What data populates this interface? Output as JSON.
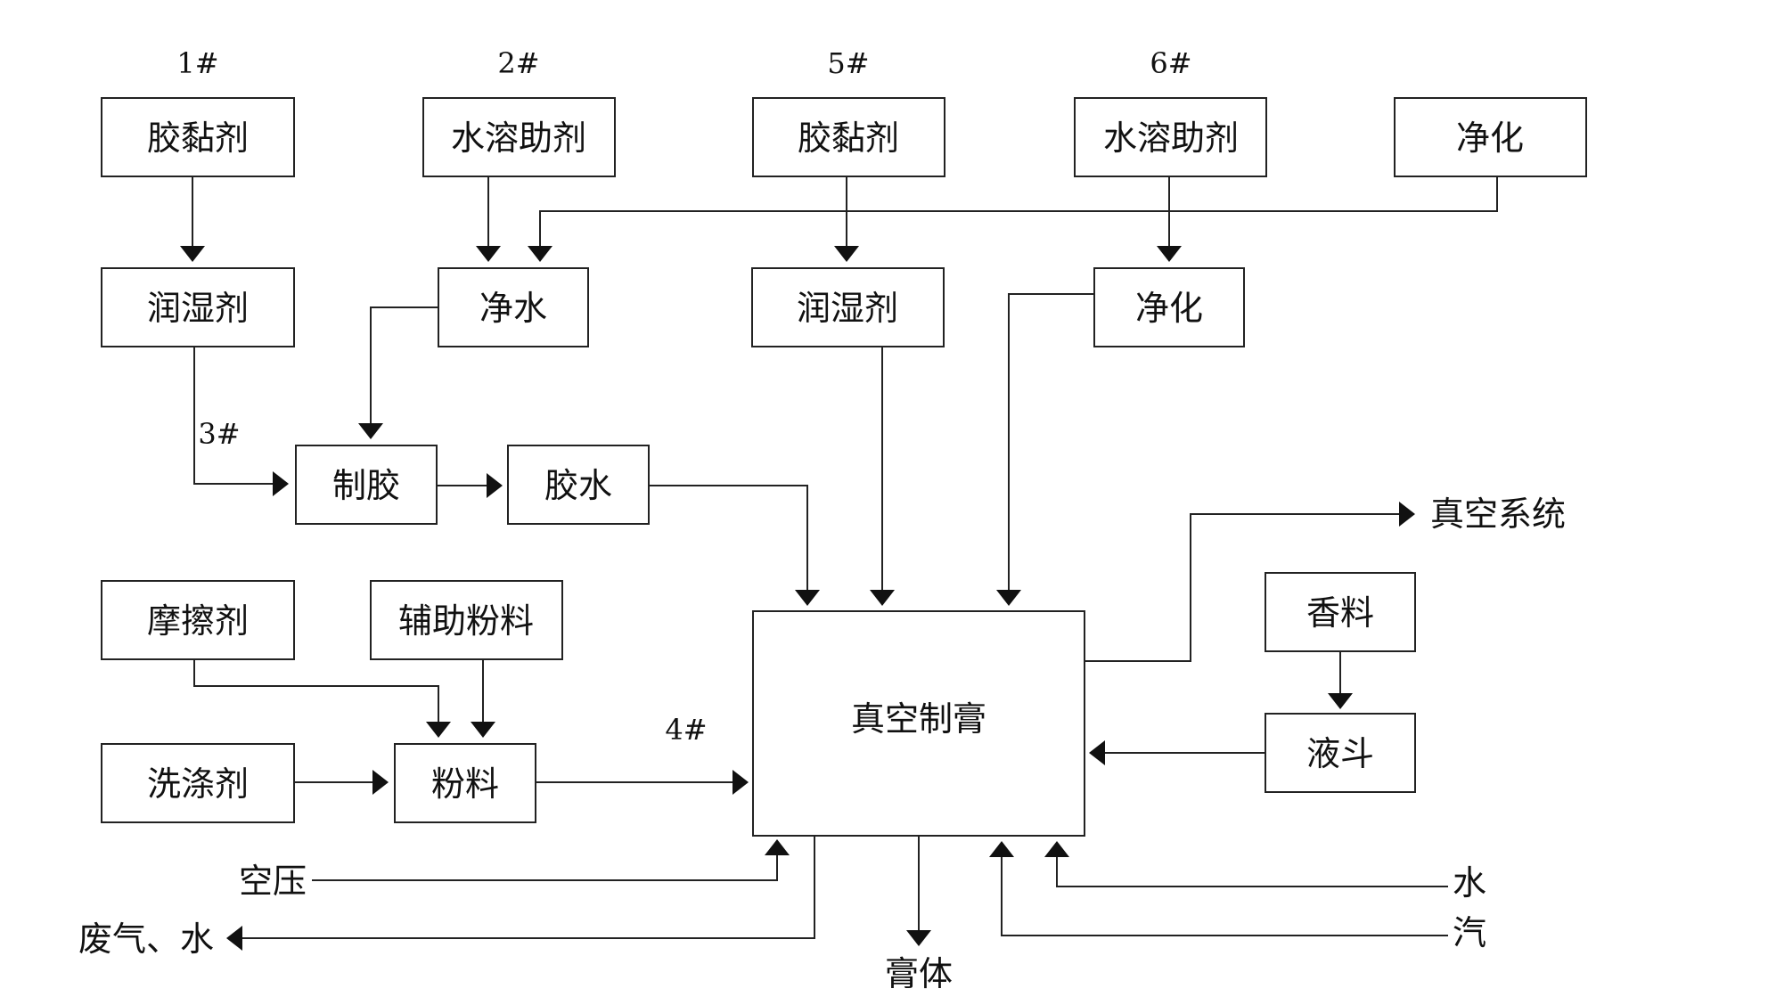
{
  "nodes": {
    "glue1": "胶黏剂",
    "solubilizer2": "水溶助剂",
    "glue5": "胶黏剂",
    "solubilizer6": "水溶助剂",
    "purify_top": "净化",
    "humectant_left": "润湿剂",
    "pure_water": "净水",
    "humectant_mid": "润湿剂",
    "purify_mid": "净化",
    "make_glue": "制胶",
    "glue_water": "胶水",
    "abrasive": "摩擦剂",
    "aux_powder": "辅助粉料",
    "detergent": "洗涤剂",
    "powder": "粉料",
    "vacuum_paste": "真空制膏",
    "fragrance": "香料",
    "liquid_hopper": "液斗"
  },
  "tank_labels": {
    "t1": "1#",
    "t2": "2#",
    "t5": "5#",
    "t6": "6#",
    "t3": "3#",
    "t4": "4#"
  },
  "labels": {
    "vacuum_system": "真空系统",
    "compressed_air": "空压",
    "exhaust_water": "废气、水",
    "paste_body": "膏体",
    "water": "水",
    "steam": "汽"
  },
  "colors": {
    "line": "#222222",
    "text": "#111111",
    "background": "#ffffff"
  }
}
